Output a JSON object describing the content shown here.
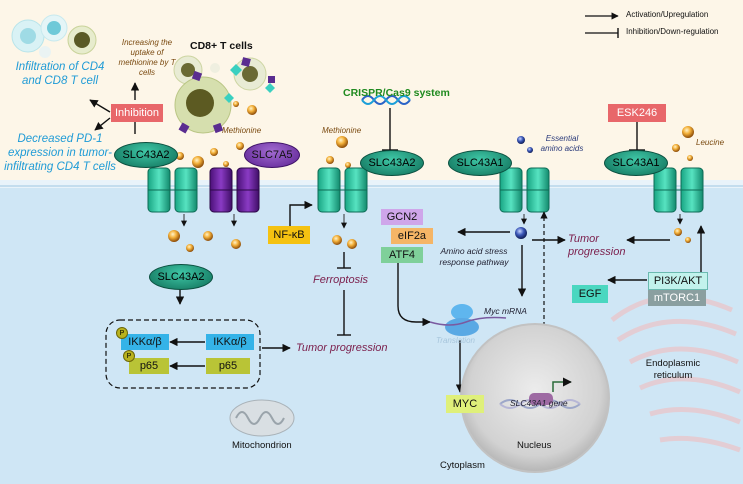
{
  "legend": {
    "activation": "Activation/Upregulation",
    "inhibition": "Inhibition/Down-regulation"
  },
  "immune": {
    "infiltration": "Infiltration of CD4 and CD8 T cell",
    "pd1": "Decreased PD-1 expression in tumor-infiltrating CD4 T cells",
    "inhibition_box": "Inhibition",
    "uptake_note": "Increasing the uptake of methionine by T cells",
    "cd8_label": "CD8+ T cells"
  },
  "transporters": {
    "slc43a2_left": "SLC43A2",
    "slc7a5": "SLC7A5",
    "slc43a2_mid": "SLC43A2",
    "slc43a1_mid": "SLC43A1",
    "slc43a1_right": "SLC43A1",
    "slc43a2_cyto": "SLC43A2"
  },
  "metabolites": {
    "methionine_1": "Methionine",
    "methionine_2": "Methionine",
    "essential": "Essential amino acids",
    "leucine": "Leucine"
  },
  "inhibitors": {
    "crispr": "CRISPR/Cas9 system",
    "esk246": "ESK246"
  },
  "nfkb_pathway": {
    "ikk_p": "IKKα/β",
    "ikk": "IKKα/β",
    "p65_p": "p65",
    "p65": "p65",
    "p_marker_1": "P",
    "p_marker_2": "P",
    "outcome": "Tumor progression"
  },
  "ferroptosis_pathway": {
    "nfkb": "NF-κB",
    "ferroptosis": "Ferroptosis",
    "outcome": "Tumor progression"
  },
  "stress_pathway": {
    "gcn2": "GCN2",
    "eif2a": "eIF2a",
    "atf4": "ATF4",
    "name": "Amino acid stress response pathway",
    "myc_mrna": "Myc mRNA",
    "translation": "Translation",
    "myc": "MYC",
    "gene": "SLC43A1 gene",
    "outcome": "Tumor progression"
  },
  "mtor_pathway": {
    "egf": "EGF",
    "pi3k": "PI3K/AKT",
    "mtorc1": "mTORC1"
  },
  "organelles": {
    "mitochondrion": "Mitochondrion",
    "nucleus": "Nucleus",
    "cytoplasm": "Cytoplasm",
    "er": "Endoplasmic reticulum"
  },
  "colors": {
    "extracellular": "#fdf6e8",
    "cytoplasm": "#cfe6f5",
    "transporter": "#2cbf9a",
    "slc7a5": "#6a1fa0",
    "inhibition_box": "#e8676a",
    "ikk_box": "#35b3e8",
    "p65_box": "#b9c436",
    "gcn2_box": "#cfa6ea",
    "eif2a_box": "#f5b566",
    "atf4_box": "#7fd09a",
    "myc_box": "#dff07a",
    "nfkb_box": "#f5c211",
    "egf_box": "#4ad7c0",
    "pi3k_box": "#c2f2ec",
    "mtorc1_box": "#8a9fa0"
  }
}
